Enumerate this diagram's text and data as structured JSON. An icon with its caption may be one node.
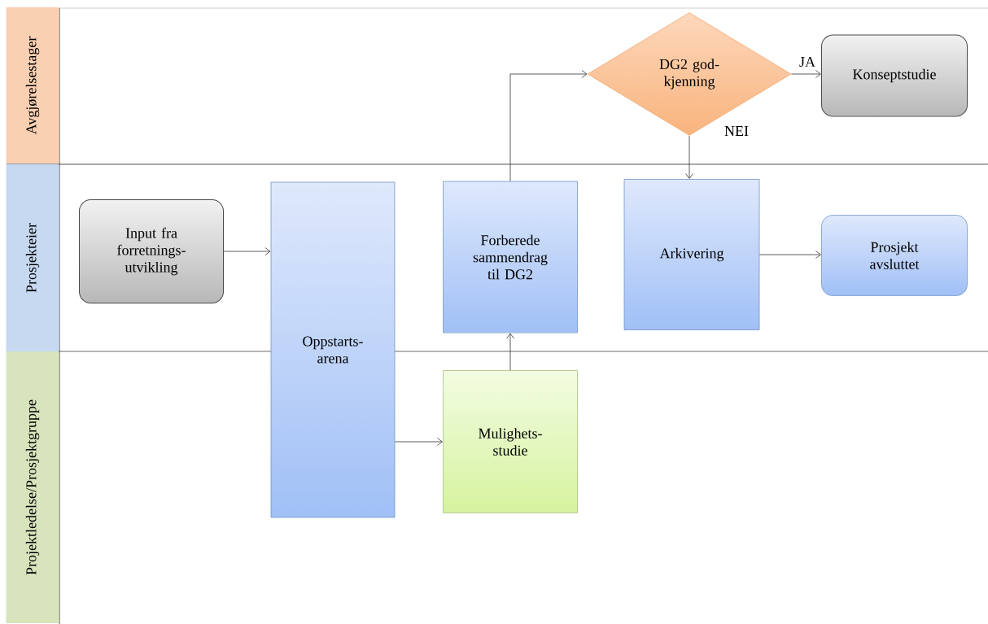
{
  "diagram": {
    "nodes": [
      {
        "text": [
          "Avgjørelsestager"
        ]
      },
      {
        "text": [
          "Prosjekteier"
        ]
      },
      {
        "text": [
          "Projektledelse/Prosjektgruppe"
        ]
      },
      {
        "text": [
          "Input fra forretnings-utvikling"
        ]
      },
      {
        "text": [
          "Oppstarts-arena"
        ]
      },
      {
        "text": [
          "Forberede sammendrag til DG2"
        ]
      },
      {
        "text": [
          "Mulighets-studie"
        ]
      },
      {
        "text": [
          "DG2 god-kjenning"
        ]
      },
      {
        "text": [
          "Konseptstudie"
        ]
      },
      {
        "text": [
          "Arkivering"
        ]
      },
      {
        "text": [
          "Prosjekt avsluttet"
        ]
      }
    ],
    "edges": [
      {
        "from": 3,
        "to": 4,
        "arrow": "to"
      },
      {
        "from": 4,
        "to": 6,
        "arrow": "to"
      },
      {
        "from": 6,
        "to": 5,
        "arrow": "to"
      },
      {
        "from": 5,
        "to": 7,
        "arrow": "to"
      },
      {
        "from": 7,
        "to": 8,
        "arrow": "to",
        "label": "JA"
      },
      {
        "from": 7,
        "to": 9,
        "arrow": "to",
        "label": "NEI"
      },
      {
        "from": 9,
        "to": 10,
        "arrow": "to"
      }
    ]
  }
}
